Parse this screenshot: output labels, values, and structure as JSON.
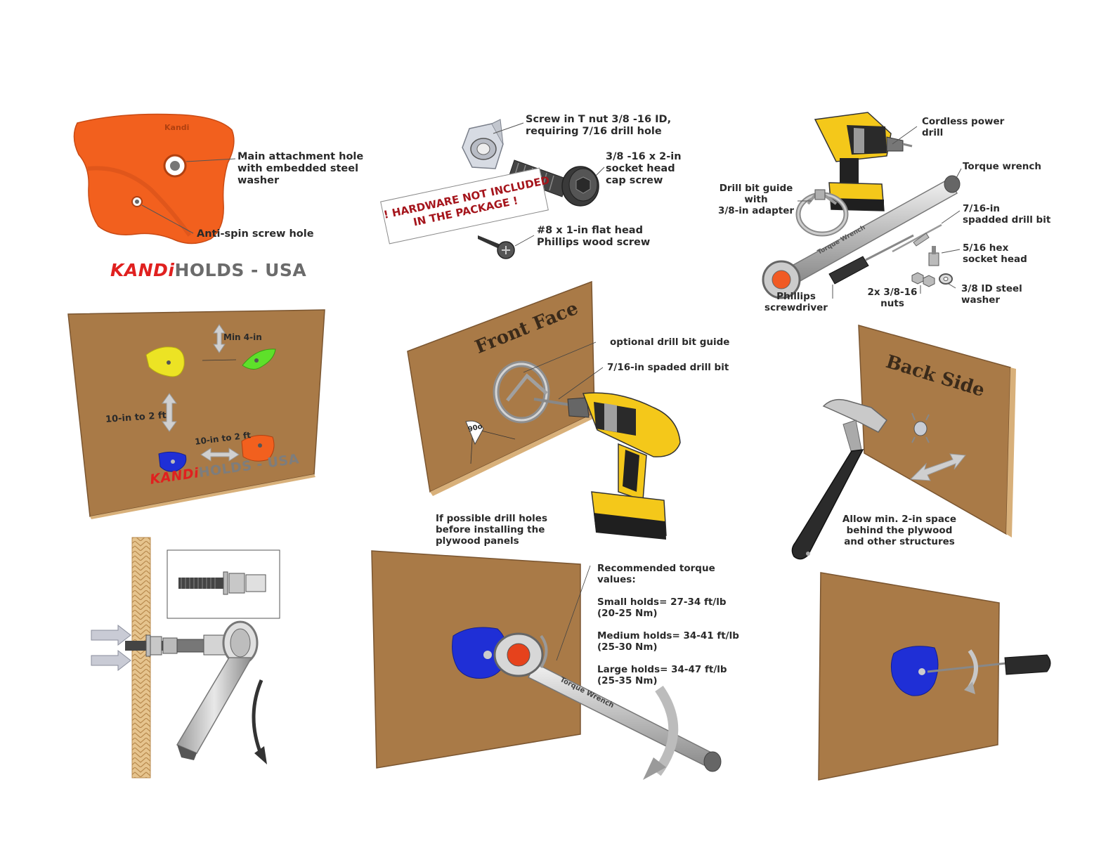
{
  "colors": {
    "plywood": "#a97a47",
    "plywood_edge": "#d8b07a",
    "hold_orange": "#f2601e",
    "hold_yellow": "#ece324",
    "hold_green": "#5ee02a",
    "hold_blue": "#1f2fd6",
    "drill_yellow": "#f4c81a",
    "accent_red": "#a5151c"
  },
  "panel1": {
    "main_hole": "Main attachment hole\nwith embedded steel\nwasher",
    "anti_spin": "Anti-spin screw hole",
    "hold_mark": "Kandi",
    "brand_k": "KANDi",
    "brand_rest": "HOLDS - USA"
  },
  "panel2": {
    "tnut": "Screw in T nut 3/8 -16 ID,\nrequiring 7/16 drill hole",
    "capscrew": "3/8 -16 x 2-in\nsocket head\ncap screw",
    "woodscrew": "#8 x 1-in flat head\nPhillips wood screw",
    "hardware_note": "! HARDWARE NOT INCLUDED\nIN THE PACKAGE !"
  },
  "panel3": {
    "drill": "Cordless power\ndrill",
    "guide": "Drill bit guide\nwith\n3/8-in adapter",
    "torque": "Torque wrench",
    "bit": "7/16-in\nspadded drill bit",
    "hex": "5/16 hex\nsocket head",
    "phillips": "Phillips\nscrewdriver",
    "nuts": "2x 3/8-16\nnuts",
    "washer": "3/8 ID steel\nwasher",
    "wrench_text": "Torque Wrench"
  },
  "panel4": {
    "min": "Min 4-in",
    "spacing_v": "10-in to 2 ft",
    "spacing_h": "10-in to 2 ft",
    "brand_k": "KANDi",
    "brand_rest": "HOLDS - USA"
  },
  "panel5": {
    "front": "Front Face",
    "angle": "90o",
    "guide": "optional drill bit guide",
    "bit": "7/16-in spaded drill bit",
    "note": "If possible drill holes\nbefore installing the\nplywood panels"
  },
  "panel6": {
    "back": "Back Side",
    "note": "Allow min. 2-in space\nbehind the plywood\nand other structures"
  },
  "panel8": {
    "rec": "Recommended torque\nvalues:",
    "small": "Small holds= 27-34 ft/lb\n(20-25 Nm)",
    "medium": "Medium holds= 34-41 ft/lb\n(25-30 Nm)",
    "large": "Large holds= 34-47 ft/lb\n(25-35 Nm)",
    "wrench_text": "Torque Wrench"
  }
}
